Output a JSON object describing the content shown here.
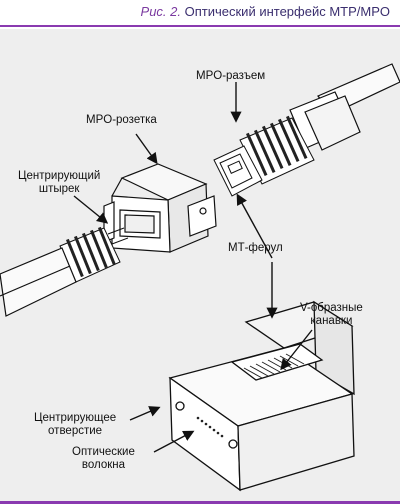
{
  "caption": {
    "figure": "Рис. 2.",
    "title": "Оптический интерфейс MTP/MPO"
  },
  "labels": {
    "connector": "MPO-разъем",
    "socket": "MPO-розетка",
    "pin_line1": "Центрирующий",
    "pin_line2": "штырек",
    "ferrule": "МТ-ферул",
    "vgroove_line1": "V-образные",
    "vgroove_line2": "канавки",
    "hole_line1": "Центрирующее",
    "hole_line2": "отверстие",
    "fiber_line1": "Оптические",
    "fiber_line2": "волокна"
  },
  "colors": {
    "accent": "#8a3ab0",
    "caption_text": "#3a2e6e",
    "panel": "#eeeeee"
  }
}
